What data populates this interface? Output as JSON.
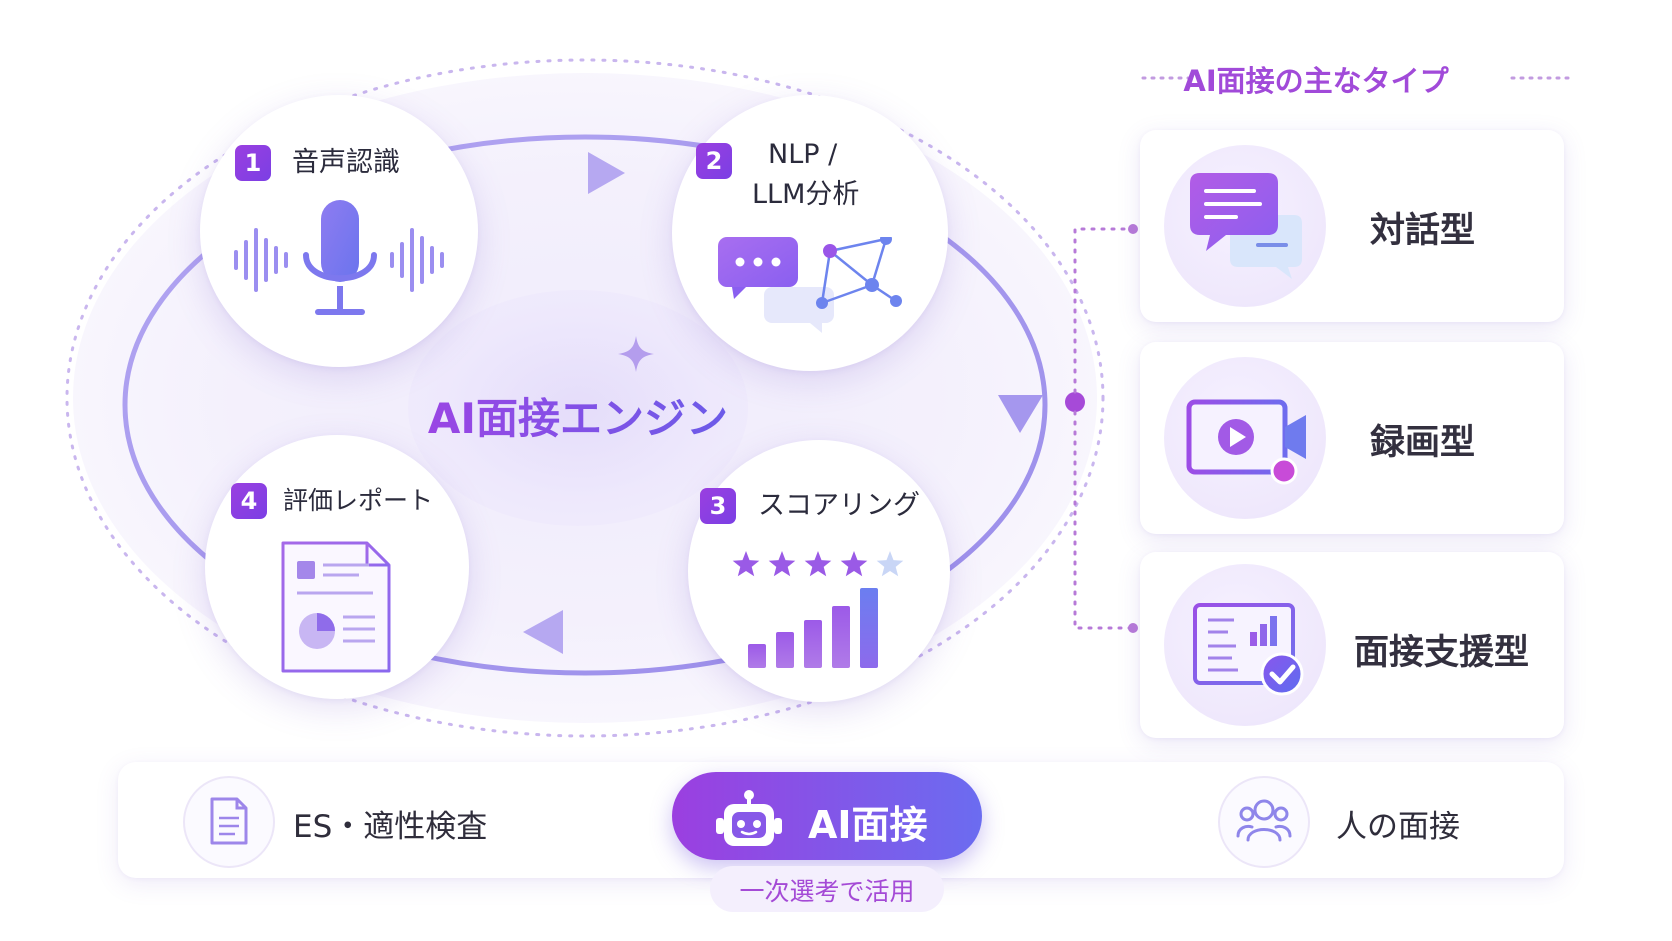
{
  "engine": {
    "title": "AI面接エンジン"
  },
  "steps": [
    {
      "number": "1",
      "label": "音声認識",
      "icon": "microphone-icon"
    },
    {
      "number": "2",
      "label_line1": "NLP /",
      "label_line2": "LLM分析",
      "icon": "chat-network-icon"
    },
    {
      "number": "3",
      "label": "スコアリング",
      "icon": "stars-bar-chart-icon",
      "rating": {
        "filled": 4,
        "total": 5
      }
    },
    {
      "number": "4",
      "label": "評価レポート",
      "icon": "report-document-icon"
    }
  ],
  "types": {
    "title": "AI面接の主なタイプ",
    "items": [
      {
        "label": "対話型",
        "icon": "chat-bubbles-icon"
      },
      {
        "label": "録画型",
        "icon": "video-camera-icon"
      },
      {
        "label": "面接支援型",
        "icon": "dashboard-check-icon"
      }
    ]
  },
  "flow": {
    "steps": [
      {
        "label": "ES・適性検査",
        "icon": "document-icon"
      },
      {
        "label": "AI面接",
        "icon": "robot-icon"
      },
      {
        "label": "人の面接",
        "icon": "people-icon"
      }
    ],
    "ai_sub_label": "一次選考で活用"
  },
  "colors": {
    "accent_purple": "#9b45e4",
    "accent_blue": "#6a6cf0",
    "ring": "#a79cf0",
    "text_dark": "#2f2d3b"
  }
}
